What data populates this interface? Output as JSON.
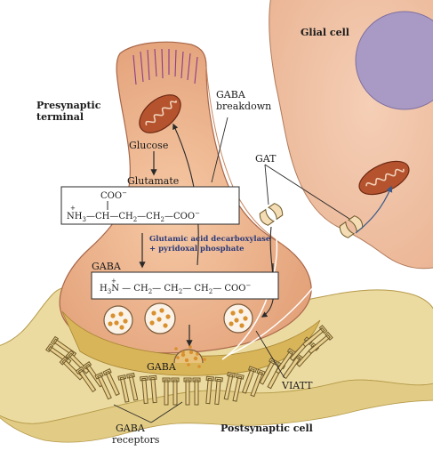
{
  "labels": {
    "glial_cell": "Glial cell",
    "presynaptic_terminal_line1": "Presynaptic",
    "presynaptic_terminal_line2": "terminal",
    "gaba_breakdown_line1": "GABA",
    "gaba_breakdown_line2": "breakdown",
    "glucose": "Glucose",
    "glutamate": "Glutamate",
    "gat": "GAT",
    "gaba_top": "GABA",
    "gaba_cleft": "GABA",
    "viatt": "VIATT",
    "gaba_receptors_line1": "GABA",
    "gaba_receptors_line2": "receptors",
    "postsynaptic_cell": "Postsynaptic cell"
  },
  "enzyme": {
    "line1": "Glutamic acid decarboxylase",
    "line2": "+ pyridoxal phosphate"
  },
  "glutamate_formula": {
    "coo_top": "COO",
    "minus": "−",
    "plus": "+",
    "nh3": "NH",
    "sub3": "3",
    "ch": "—CH—CH",
    "sub2a": "2",
    "ch2b": "—CH",
    "sub2b": "2",
    "coo_end": "—COO"
  },
  "gaba_formula": {
    "plus": "+",
    "h3n": "H",
    "sub3": "3",
    "n": "N — CH",
    "sub2a": "2",
    "mid1": "— CH",
    "sub2b": "2",
    "mid2": "— CH",
    "sub2c": "2",
    "coo": "— COO",
    "minus": "−"
  },
  "colors": {
    "presynaptic": "#eab38c",
    "presynaptic_dark": "#d8956a",
    "glial": "#f1c2a4",
    "nucleus": "#a99ac5",
    "postsynaptic": "#e8d79a",
    "cleft": "#d9b55a",
    "mitochondria": "#b5532e",
    "dots": "#d9902f",
    "lines": "#2a2a2a",
    "arrow_blue": "#3a5a8a"
  }
}
